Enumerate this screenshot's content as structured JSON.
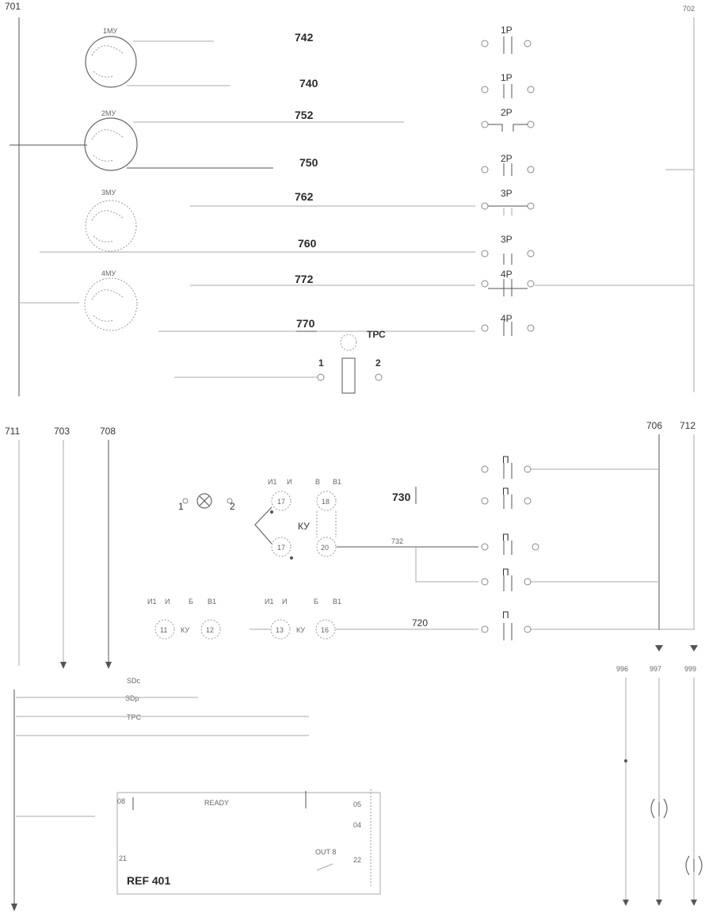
{
  "block1": {
    "bus_labels": [
      "701",
      "702"
    ],
    "motors": [
      "1МУ",
      "2МУ",
      "3МУ",
      "4МУ"
    ],
    "wire_labels": [
      "742",
      "740",
      "752",
      "750",
      "762",
      "760",
      "772",
      "770"
    ],
    "contacts": [
      "1Р",
      "1Р",
      "2Р",
      "2Р",
      "3Р",
      "3Р",
      "4Р",
      "4Р"
    ],
    "transformer": {
      "label": "ТРС",
      "terminals": [
        "1",
        "2"
      ]
    }
  },
  "block2": {
    "bus_labels": [
      "711",
      "703",
      "708",
      "706",
      "712"
    ],
    "lamp_terminals": [
      "1",
      "2"
    ],
    "switch_headers": [
      "И1",
      "И",
      "В",
      "В1"
    ],
    "switch_terminals": [
      "17",
      "18",
      "17",
      "20"
    ],
    "switch_label": "КУ",
    "row_headers_left": [
      "И1",
      "И",
      "Б",
      "В1"
    ],
    "row_headers_right": [
      "И1",
      "И",
      "Б",
      "В1"
    ],
    "row_terminals": [
      "11",
      "12",
      "13",
      "16"
    ],
    "row_labels": [
      "КУ",
      "КУ"
    ],
    "wire_labels": [
      "730",
      "732",
      "720"
    ],
    "contacts": [
      "П",
      "П",
      "П",
      "П",
      "П"
    ]
  },
  "block3": {
    "bus_labels": [
      "996",
      "997",
      "999"
    ],
    "labels": [
      "SDc",
      "SDp",
      "TPC"
    ],
    "module": {
      "name": "REF 401",
      "ready": "READY",
      "out": "OUT 8",
      "pins": [
        "08",
        "21",
        "05",
        "04",
        "22"
      ]
    }
  }
}
